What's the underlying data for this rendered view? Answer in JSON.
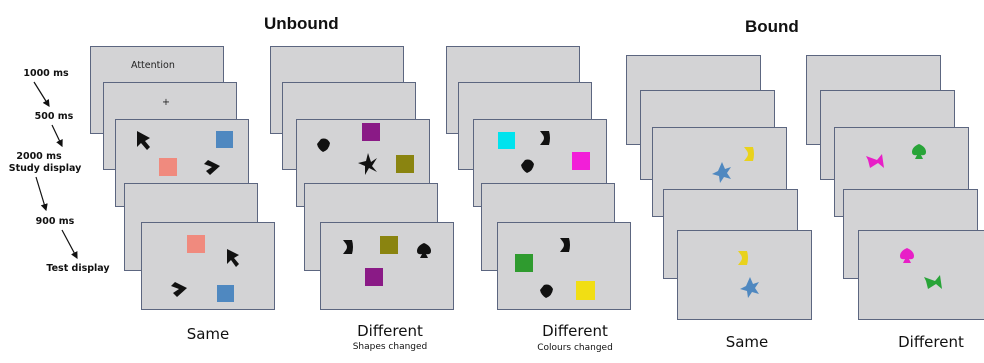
{
  "headings": {
    "unbound": "Unbound",
    "bound": "Bound"
  },
  "timeline": {
    "t1": "1000 ms",
    "t2": "500 ms",
    "t3": "2000 ms",
    "study": "Study display",
    "t4": "900 ms",
    "test": "Test display"
  },
  "attention_text": "Attention",
  "fixation": "+",
  "conditions": {
    "unbound_same": "Same",
    "unbound_diff_shapes": "Different",
    "unbound_diff_shapes_note": "Shapes changed",
    "unbound_diff_colours": "Different",
    "unbound_diff_colours_note": "Colours changed",
    "bound_same": "Same",
    "bound_different": "Different"
  },
  "colors": {
    "frame_fill": "#d3d3d5",
    "frame_border": "#5c6680",
    "blue": "#4f88c0",
    "salmon": "#f08a7e",
    "purple": "#8a1a86",
    "olive": "#8a8410",
    "cyan": "#00e3ee",
    "magenta": "#f21fd8",
    "green": "#2f9b2f",
    "yellow": "#f1de14",
    "bound_blue": "#4f88c0",
    "bound_yellow": "#e9d21c",
    "bound_pink": "#e81fc7",
    "bound_green": "#28a438"
  },
  "stimulus_shapes": [
    "square",
    "arrow-head",
    "chevron",
    "bowtie",
    "star",
    "crescent",
    "rounded-diamond",
    "spade"
  ]
}
